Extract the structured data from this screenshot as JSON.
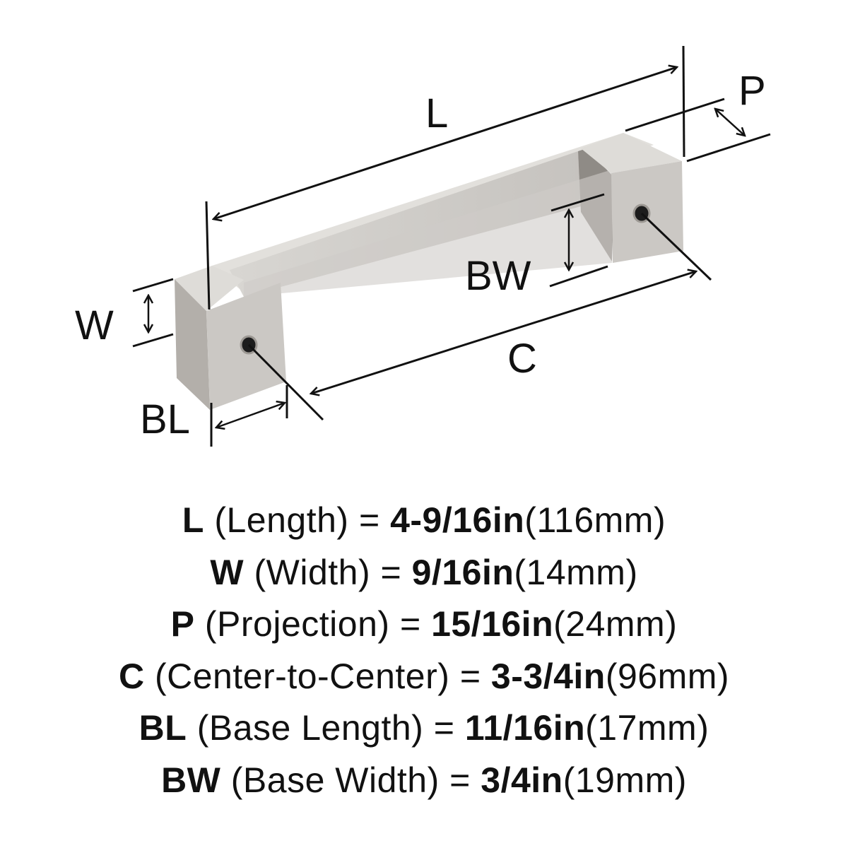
{
  "diagram": {
    "labels": {
      "L": "L",
      "P": "P",
      "BW": "BW",
      "W": "W",
      "C": "C",
      "BL": "BL"
    },
    "colors": {
      "metal_light": "#d6d4d0",
      "metal_mid": "#c4c1bd",
      "metal_dark": "#a9a5a0",
      "ink": "#111111"
    }
  },
  "specs": [
    {
      "code": "L",
      "name": "(Length)",
      "eq": "=",
      "imperial": "4-9/16in",
      "metric": "(116mm)"
    },
    {
      "code": "W",
      "name": "(Width)",
      "eq": "=",
      "imperial": "9/16in",
      "metric": "(14mm)"
    },
    {
      "code": "P",
      "name": "(Projection)",
      "eq": "=",
      "imperial": "15/16in",
      "metric": "(24mm)"
    },
    {
      "code": "C",
      "name": "(Center-to-Center)",
      "eq": "=",
      "imperial": "3-3/4in",
      "metric": "(96mm)"
    },
    {
      "code": "BL",
      "name": "(Base Length)",
      "eq": "=",
      "imperial": "11/16in",
      "metric": "(17mm)"
    },
    {
      "code": "BW",
      "name": "(Base Width)",
      "eq": "=",
      "imperial": "3/4in",
      "metric": "(19mm)"
    }
  ]
}
